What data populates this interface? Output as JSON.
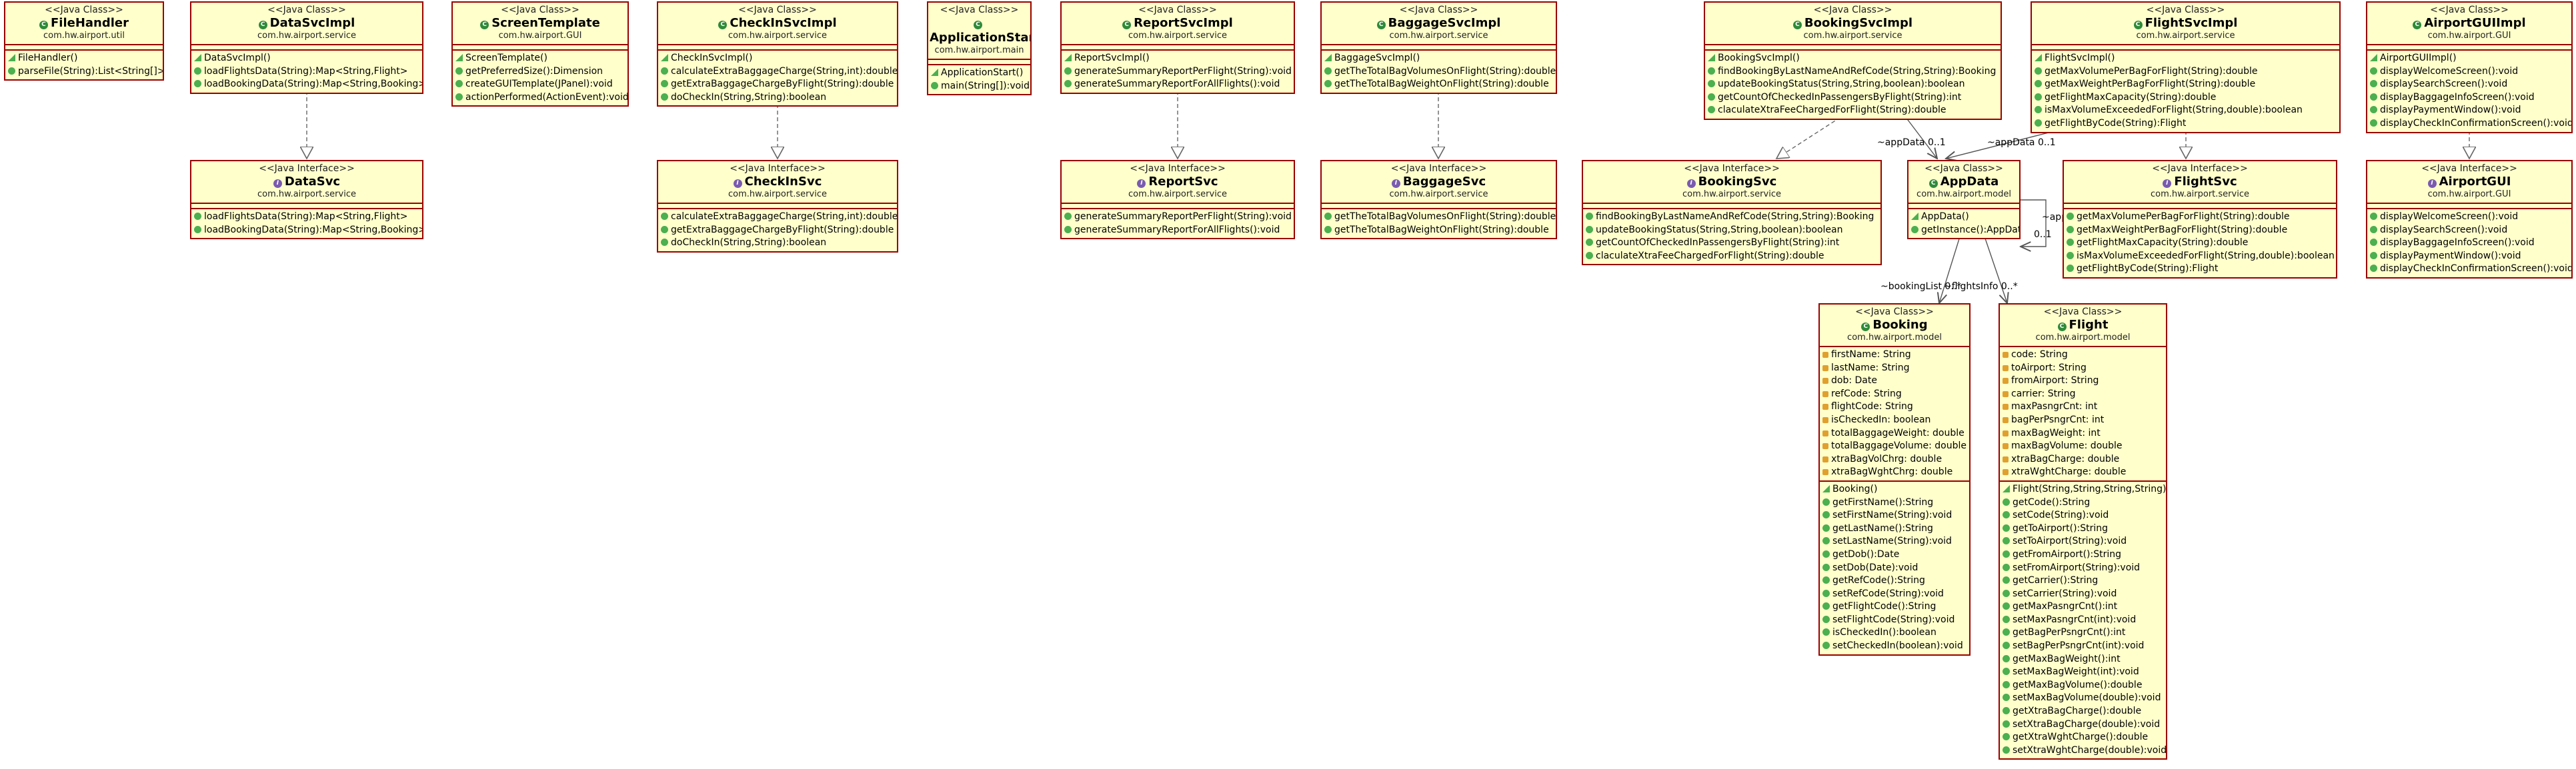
{
  "colors": {
    "box_fill": "#ffffcc",
    "box_border": "#990000",
    "edge": "#666666"
  },
  "classes": [
    {
      "id": "FileHandler",
      "stereotype": "<<Java Class>>",
      "kind": "class",
      "name": "FileHandler",
      "package": "com.hw.airport.util",
      "fields": [],
      "methods": [
        "FileHandler()",
        "parseFile(String):List<String[]>"
      ]
    },
    {
      "id": "DataSvcImpl",
      "stereotype": "<<Java Class>>",
      "kind": "class",
      "name": "DataSvcImpl",
      "package": "com.hw.airport.service",
      "fields": [],
      "methods": [
        "DataSvcImpl()",
        "loadFlightsData(String):Map<String,Flight>",
        "loadBookingData(String):Map<String,Booking>"
      ]
    },
    {
      "id": "ScreenTemplate",
      "stereotype": "<<Java Class>>",
      "kind": "class",
      "name": "ScreenTemplate",
      "package": "com.hw.airport.GUI",
      "fields": [],
      "methods": [
        "ScreenTemplate()",
        "getPreferredSize():Dimension",
        "createGUITemplate(JPanel):void",
        "actionPerformed(ActionEvent):void"
      ]
    },
    {
      "id": "CheckInSvcImpl",
      "stereotype": "<<Java Class>>",
      "kind": "class",
      "name": "CheckInSvcImpl",
      "package": "com.hw.airport.service",
      "fields": [],
      "methods": [
        "CheckInSvcImpl()",
        "calculateExtraBaggageCharge(String,int):double",
        "getExtraBaggageChargeByFlight(String):double",
        "doCheckIn(String,String):boolean"
      ]
    },
    {
      "id": "ApplicationStart",
      "stereotype": "<<Java Class>>",
      "kind": "class",
      "name": "ApplicationStart",
      "package": "com.hw.airport.main",
      "fields": [],
      "methods": [
        "ApplicationStart()",
        "main(String[]):void"
      ]
    },
    {
      "id": "ReportSvcImpl",
      "stereotype": "<<Java Class>>",
      "kind": "class",
      "name": "ReportSvcImpl",
      "package": "com.hw.airport.service",
      "fields": [],
      "methods": [
        "ReportSvcImpl()",
        "generateSummaryReportPerFlight(String):void",
        "generateSummaryReportForAllFlights():void"
      ]
    },
    {
      "id": "BaggageSvcImpl",
      "stereotype": "<<Java Class>>",
      "kind": "class",
      "name": "BaggageSvcImpl",
      "package": "com.hw.airport.service",
      "fields": [],
      "methods": [
        "BaggageSvcImpl()",
        "getTheTotalBagVolumesOnFlight(String):double",
        "getTheTotalBagWeightOnFlight(String):double"
      ]
    },
    {
      "id": "BookingSvcImpl",
      "stereotype": "<<Java Class>>",
      "kind": "class",
      "name": "BookingSvcImpl",
      "package": "com.hw.airport.service",
      "fields": [],
      "methods": [
        "BookingSvcImpl()",
        "findBookingByLastNameAndRefCode(String,String):Booking",
        "updateBookingStatus(String,String,boolean):boolean",
        "getCountOfCheckedInPassengersByFlight(String):int",
        "claculateXtraFeeChargedForFlight(String):double"
      ]
    },
    {
      "id": "FlightSvcImpl",
      "stereotype": "<<Java Class>>",
      "kind": "class",
      "name": "FlightSvcImpl",
      "package": "com.hw.airport.service",
      "fields": [],
      "methods": [
        "FlightSvcImpl()",
        "getMaxVolumePerBagForFlight(String):double",
        "getMaxWeightPerBagForFlight(String):double",
        "getFlightMaxCapacity(String):double",
        "isMaxVolumeExceededForFlight(String,double):boolean",
        "getFlightByCode(String):Flight"
      ]
    },
    {
      "id": "AirportGUIImpl",
      "stereotype": "<<Java Class>>",
      "kind": "class",
      "name": "AirportGUIImpl",
      "package": "com.hw.airport.GUI",
      "fields": [],
      "methods": [
        "AirportGUIImpl()",
        "displayWelcomeScreen():void",
        "displaySearchScreen():void",
        "displayBaggageInfoScreen():void",
        "displayPaymentWindow():void",
        "displayCheckInConfirmationScreen():void"
      ]
    },
    {
      "id": "DataSvc",
      "stereotype": "<<Java Interface>>",
      "kind": "interface",
      "name": "DataSvc",
      "package": "com.hw.airport.service",
      "fields": [],
      "methods": [
        "loadFlightsData(String):Map<String,Flight>",
        "loadBookingData(String):Map<String,Booking>"
      ]
    },
    {
      "id": "CheckInSvc",
      "stereotype": "<<Java Interface>>",
      "kind": "interface",
      "name": "CheckInSvc",
      "package": "com.hw.airport.service",
      "fields": [],
      "methods": [
        "calculateExtraBaggageCharge(String,int):double",
        "getExtraBaggageChargeByFlight(String):double",
        "doCheckIn(String,String):boolean"
      ]
    },
    {
      "id": "ReportSvc",
      "stereotype": "<<Java Interface>>",
      "kind": "interface",
      "name": "ReportSvc",
      "package": "com.hw.airport.service",
      "fields": [],
      "methods": [
        "generateSummaryReportPerFlight(String):void",
        "generateSummaryReportForAllFlights():void"
      ]
    },
    {
      "id": "BaggageSvc",
      "stereotype": "<<Java Interface>>",
      "kind": "interface",
      "name": "BaggageSvc",
      "package": "com.hw.airport.service",
      "fields": [],
      "methods": [
        "getTheTotalBagVolumesOnFlight(String):double",
        "getTheTotalBagWeightOnFlight(String):double"
      ]
    },
    {
      "id": "BookingSvc",
      "stereotype": "<<Java Interface>>",
      "kind": "interface",
      "name": "BookingSvc",
      "package": "com.hw.airport.service",
      "fields": [],
      "methods": [
        "findBookingByLastNameAndRefCode(String,String):Booking",
        "updateBookingStatus(String,String,boolean):boolean",
        "getCountOfCheckedInPassengersByFlight(String):int",
        "claculateXtraFeeChargedForFlight(String):double"
      ]
    },
    {
      "id": "AppData",
      "stereotype": "<<Java Class>>",
      "kind": "class",
      "name": "AppData",
      "package": "com.hw.airport.model",
      "fields": [],
      "methods": [
        "AppData()",
        "getInstance():AppData"
      ]
    },
    {
      "id": "FlightSvc",
      "stereotype": "<<Java Interface>>",
      "kind": "interface",
      "name": "FlightSvc",
      "package": "com.hw.airport.service",
      "fields": [],
      "methods": [
        "getMaxVolumePerBagForFlight(String):double",
        "getMaxWeightPerBagForFlight(String):double",
        "getFlightMaxCapacity(String):double",
        "isMaxVolumeExceededForFlight(String,double):boolean",
        "getFlightByCode(String):Flight"
      ]
    },
    {
      "id": "AirportGUI",
      "stereotype": "<<Java Interface>>",
      "kind": "interface",
      "name": "AirportGUI",
      "package": "com.hw.airport.GUI",
      "fields": [],
      "methods": [
        "displayWelcomeScreen():void",
        "displaySearchScreen():void",
        "displayBaggageInfoScreen():void",
        "displayPaymentWindow():void",
        "displayCheckInConfirmationScreen():void"
      ]
    },
    {
      "id": "Booking",
      "stereotype": "<<Java Class>>",
      "kind": "class",
      "name": "Booking",
      "package": "com.hw.airport.model",
      "fields": [
        "firstName: String",
        "lastName: String",
        "dob: Date",
        "refCode: String",
        "flightCode: String",
        "isCheckedIn: boolean",
        "totalBaggageWeight: double",
        "totalBaggageVolume: double",
        "xtraBagVolChrg: double",
        "xtraBagWghtChrg: double"
      ],
      "methods": [
        "Booking()",
        "getFirstName():String",
        "setFirstName(String):void",
        "getLastName():String",
        "setLastName(String):void",
        "getDob():Date",
        "setDob(Date):void",
        "getRefCode():String",
        "setRefCode(String):void",
        "getFlightCode():String",
        "setFlightCode(String):void",
        "isCheckedIn():boolean",
        "setCheckedIn(boolean):void"
      ]
    },
    {
      "id": "Flight",
      "stereotype": "<<Java Class>>",
      "kind": "class",
      "name": "Flight",
      "package": "com.hw.airport.model",
      "fields": [
        "code: String",
        "toAirport: String",
        "fromAirport: String",
        "carrier: String",
        "maxPasngrCnt: int",
        "bagPerPsngrCnt: int",
        "maxBagWeight: int",
        "maxBagVolume: double",
        "xtraBagCharge: double",
        "xtraWghtCharge: double"
      ],
      "methods": [
        "Flight(String,String,String,String)",
        "getCode():String",
        "setCode(String):void",
        "getToAirport():String",
        "setToAirport(String):void",
        "getFromAirport():String",
        "setFromAirport(String):void",
        "getCarrier():String",
        "setCarrier(String):void",
        "getMaxPasngrCnt():int",
        "setMaxPasngrCnt(int):void",
        "getBagPerPsngrCnt():int",
        "setBagPerPsngrCnt(int):void",
        "getMaxBagWeight():int",
        "setMaxBagWeight(int):void",
        "getMaxBagVolume():double",
        "setMaxBagVolume(double):void",
        "getXtraBagCharge():double",
        "setXtraBagCharge(double):void",
        "getXtraWghtCharge():double",
        "setXtraWghtCharge(double):void"
      ]
    }
  ],
  "edge_labels": [
    {
      "id": "appdata-booking",
      "text": "~appData  0..1"
    },
    {
      "id": "appdata-flight",
      "text": "~appData  0..1"
    },
    {
      "id": "appdata-self",
      "text": "~appData"
    },
    {
      "id": "appdata-self-mult",
      "text": "0..1"
    },
    {
      "id": "bookinglist",
      "text": "~bookingList  0..*"
    },
    {
      "id": "flightsinfo",
      "text": "~flightsInfo  0..*"
    }
  ]
}
